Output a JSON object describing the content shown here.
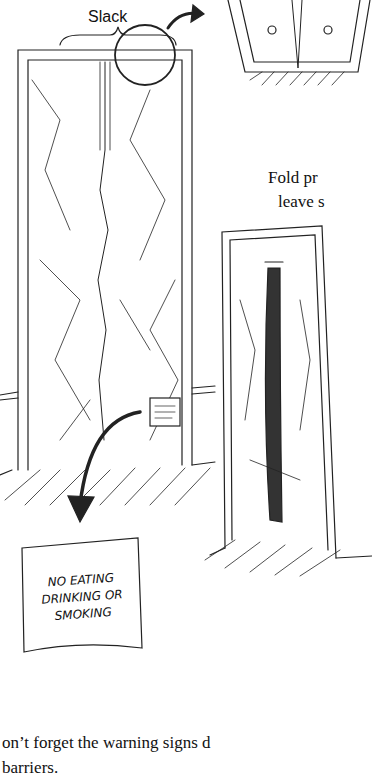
{
  "diagram": {
    "caption": "on’t forget the warning signs d barriers.",
    "nodes": [
      {
        "text": [
          "NO EATING DRINKING OR SMOKING"
        ]
      }
    ],
    "labels": [
      "Slack",
      "Fold pr",
      "leave s"
    ]
  }
}
